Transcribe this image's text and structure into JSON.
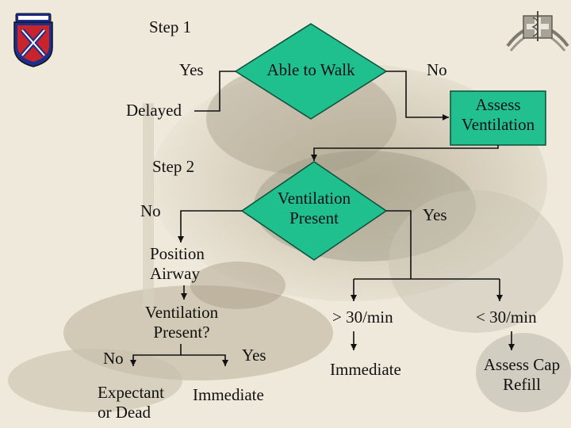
{
  "step1": {
    "heading": "Step 1",
    "decision": "Able to Walk",
    "yes": "Yes",
    "no": "No",
    "delayed": "Delayed",
    "assess": "Assess Ventilation"
  },
  "step2": {
    "heading": "Step 2",
    "decision_line1": "Ventilation",
    "decision_line2": "Present",
    "no": "No",
    "yes": "Yes",
    "position_line1": "Position",
    "position_line2": "Airway",
    "recheck_line1": "Ventilation",
    "recheck_line2": "Present?",
    "recheck_no": "No",
    "recheck_yes": "Yes",
    "expectant_line1": "Expectant",
    "expectant_line2": "or Dead",
    "recheck_immediate": "Immediate",
    "gt30": "> 30/min",
    "lt30": "< 30/min",
    "immediate": "Immediate",
    "assess_cap_line1": "Assess Cap",
    "assess_cap_line2": "Refill"
  },
  "colors": {
    "diamond_fill": "#1fbf8e",
    "box_fill": "#22c08f",
    "line": "#111111"
  }
}
